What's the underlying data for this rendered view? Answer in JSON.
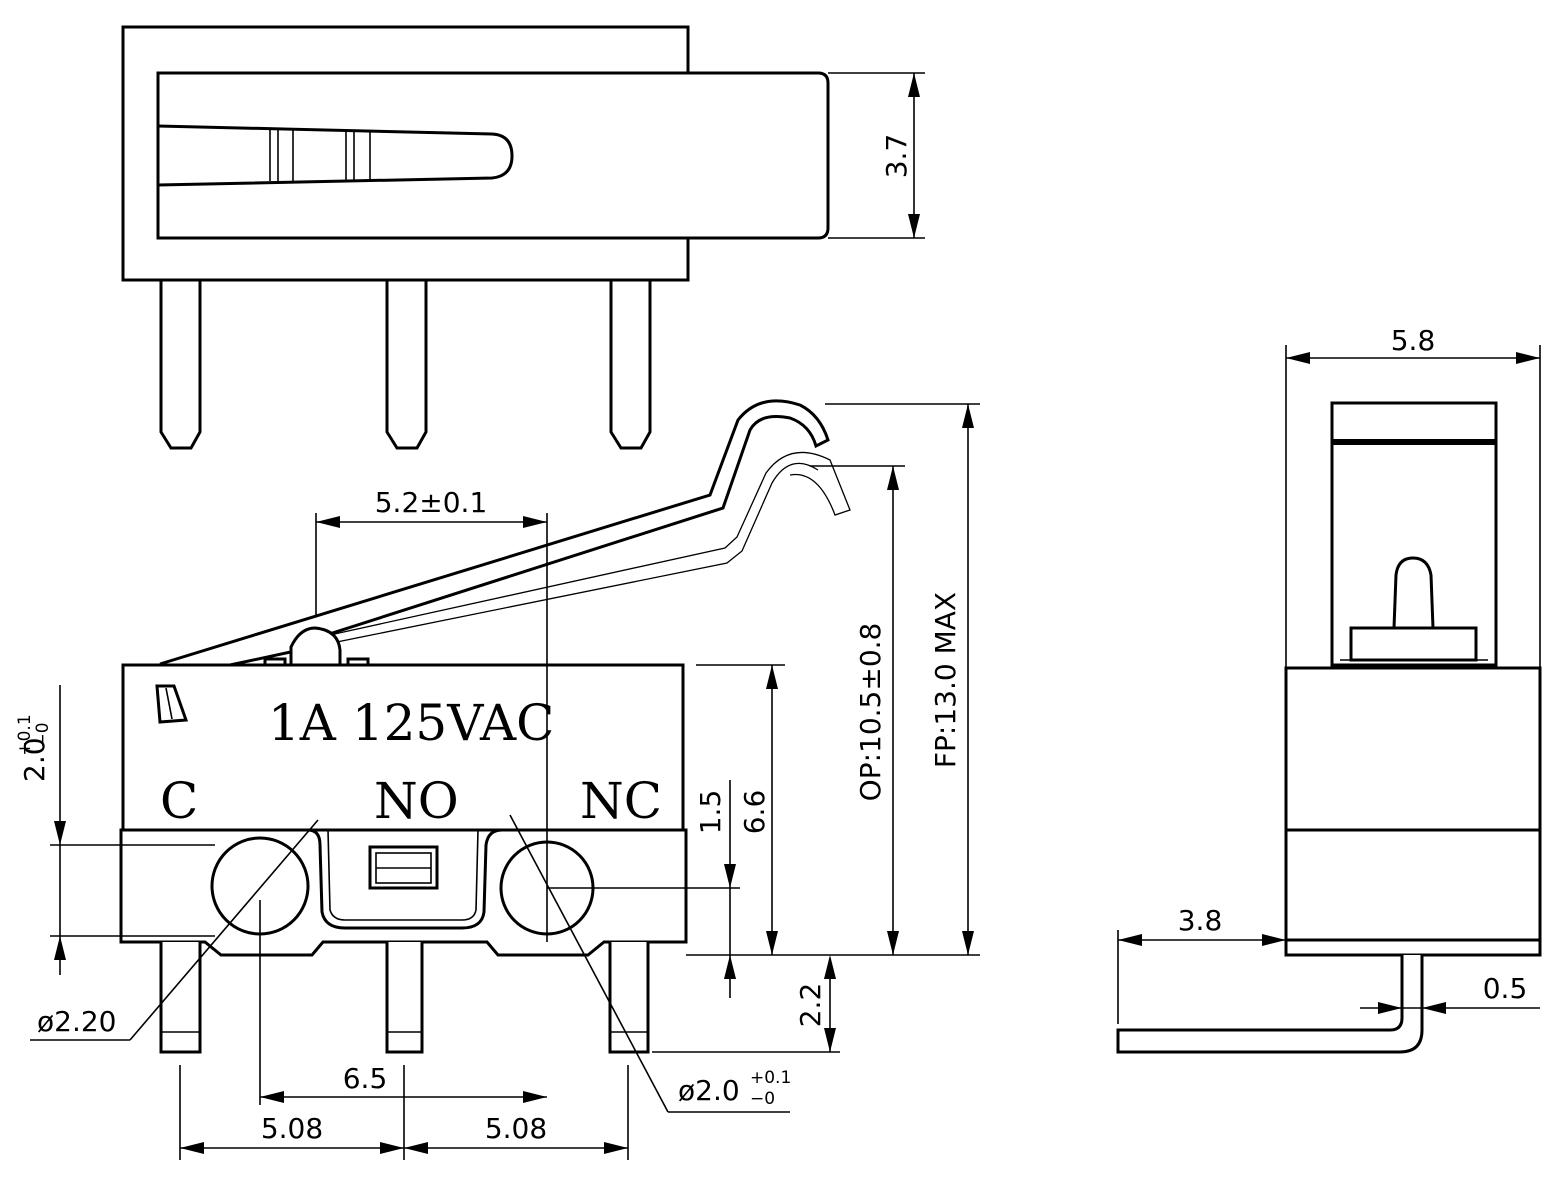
{
  "marking": {
    "rating": "1A 125VAC",
    "pin_c": "C",
    "pin_no": "NO",
    "pin_nc": "NC"
  },
  "dims": {
    "thickness": "3.7",
    "width": "5.8",
    "actuator_pos": "5.2±0.1",
    "op": "OP:10.5±0.8",
    "fp": "FP:13.0 MAX",
    "body_h": "6.6",
    "hole_center": "1.5",
    "pin_len": "2.2",
    "flange_h": "2.0",
    "flange_tol_plus": "+0.1",
    "flange_tol_minus": "−0",
    "hole_small": "ø2.20",
    "hole_big": "ø2.0",
    "hole_big_tol_plus": "+0.1",
    "hole_big_tol_minus": "−0",
    "hole_pitch": "6.5",
    "pin_pitch_left": "5.08",
    "pin_pitch_right": "5.08",
    "side_offset": "3.8",
    "pin_thk": "0.5"
  }
}
